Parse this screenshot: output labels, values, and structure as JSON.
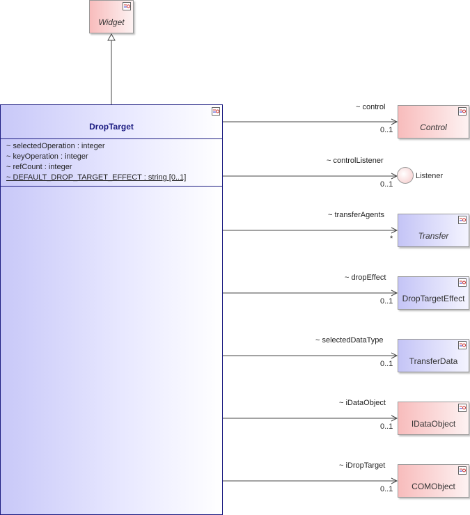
{
  "widget": {
    "name": "Widget"
  },
  "main_class": {
    "name": "DropTarget",
    "attributes": [
      "~ selectedOperation : integer",
      "~ keyOperation : integer",
      "~ refCount : integer",
      "~ DEFAULT_DROP_TARGET_EFFECT : string [0..1]"
    ]
  },
  "associations": [
    {
      "role": "~ control",
      "mult": "0..1",
      "target": "Control"
    },
    {
      "role": "~ controlListener",
      "mult": "0..1",
      "target": "Listener"
    },
    {
      "role": "~ transferAgents",
      "mult": "*",
      "target": "Transfer"
    },
    {
      "role": "~ dropEffect",
      "mult": "0..1",
      "target": "DropTargetEffect"
    },
    {
      "role": "~ selectedDataType",
      "mult": "0..1",
      "target": "TransferData"
    },
    {
      "role": "~ iDataObject",
      "mult": "0..1",
      "target": "IDataObject"
    },
    {
      "role": "~ iDropTarget",
      "mult": "0..1",
      "target": "COMObject"
    }
  ],
  "colors": {
    "interface_fill": "#f8bcbc",
    "class_fill": "#c4c4f6",
    "main_border": "#1a1a80"
  }
}
